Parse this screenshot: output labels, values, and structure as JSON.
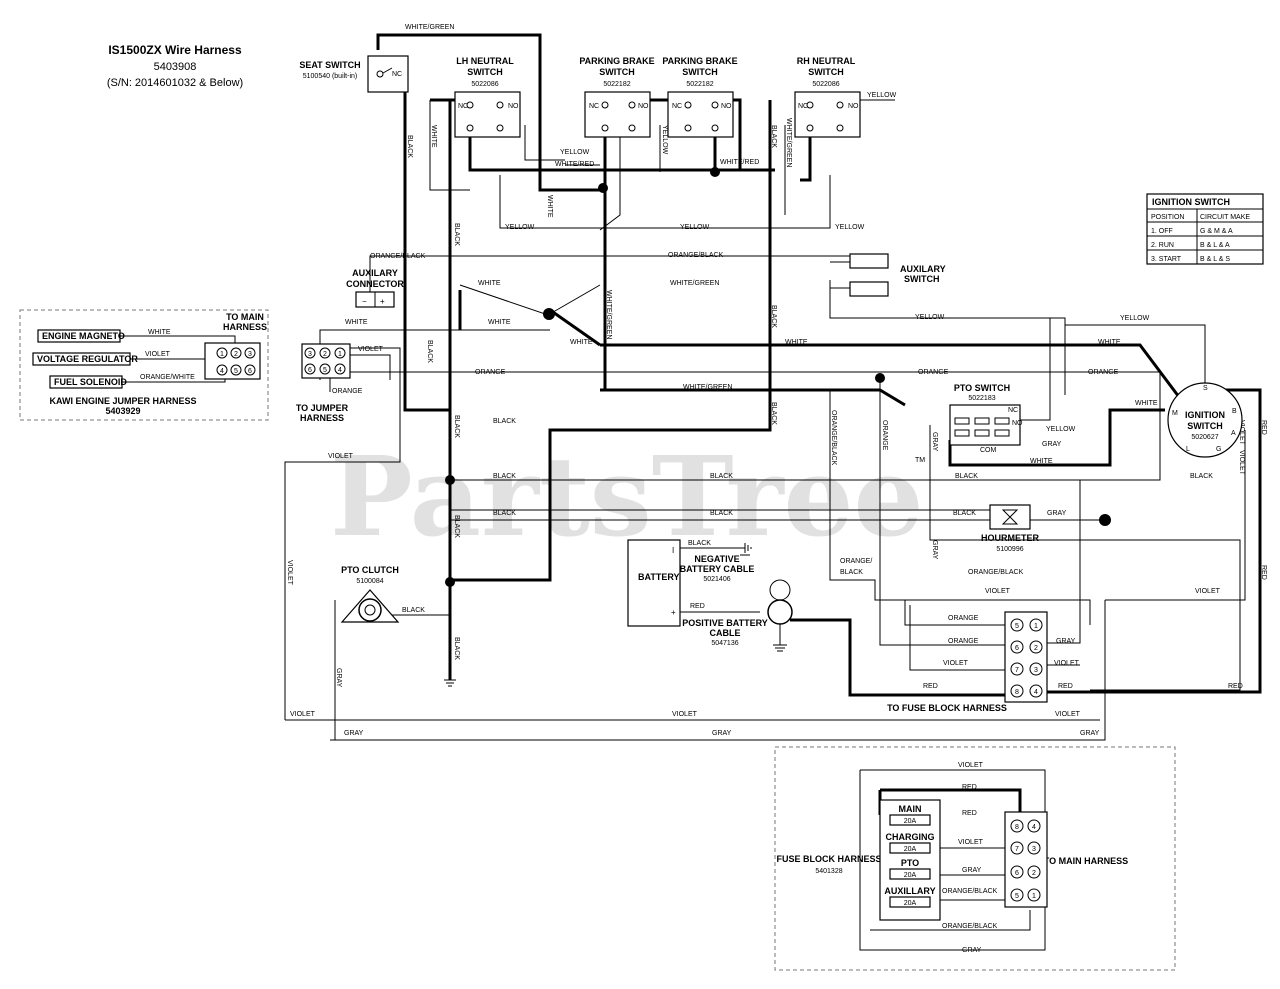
{
  "header": {
    "title": "IS1500ZX Wire Harness",
    "part_number": "5403908",
    "serial": "(S/N: 2014601032 & Below)"
  },
  "watermark": "PartsTree",
  "trademark": "TM",
  "components": {
    "seat_switch": {
      "name": "SEAT SWITCH",
      "part": "5100540 (built-in)",
      "pin": "NC"
    },
    "lh_neutral": {
      "name_line1": "LH NEUTRAL",
      "name_line2": "SWITCH",
      "part": "5022086",
      "nc": "NC",
      "no": "NO"
    },
    "parking_brake_1": {
      "name_line1": "PARKING BRAKE",
      "name_line2": "SWITCH",
      "part": "5022182",
      "nc": "NC",
      "no": "NO"
    },
    "parking_brake_2": {
      "name_line1": "PARKING BRAKE",
      "name_line2": "SWITCH",
      "part": "5022182",
      "nc": "NC",
      "no": "NO"
    },
    "rh_neutral": {
      "name_line1": "RH NEUTRAL",
      "name_line2": "SWITCH",
      "part": "5022086",
      "nc": "NC",
      "no": "NO"
    },
    "auxilary_connector": {
      "name_line1": "AUXILARY",
      "name_line2": "CONNECTOR",
      "minus": "−",
      "plus": "+"
    },
    "auxilary_switch": {
      "name_line1": "AUXILARY",
      "name_line2": "SWITCH"
    },
    "to_jumper": {
      "name_line1": "TO JUMPER",
      "name_line2": "HARNESS",
      "pins": [
        "3",
        "2",
        "1",
        "6",
        "5",
        "4"
      ]
    },
    "pto_switch": {
      "name": "PTO SWITCH",
      "part": "5022183",
      "nc": "NC",
      "no": "NO",
      "com": "COM"
    },
    "ignition_switch": {
      "name_line1": "IGNITION",
      "name_line2": "SWITCH",
      "part": "5020627",
      "terminals": [
        "S",
        "B",
        "A",
        "G",
        "L",
        "M"
      ]
    },
    "hourmeter": {
      "name": "HOURMETER",
      "part": "5100996"
    },
    "battery": {
      "name": "BATTERY",
      "neg": "I",
      "pos": "+"
    },
    "negative_cable": {
      "name_line1": "NEGATIVE",
      "name_line2": "BATTERY CABLE",
      "part": "5021406"
    },
    "positive_cable": {
      "name_line1": "POSITIVE BATTERY",
      "name_line2": "CABLE",
      "part": "5047136"
    },
    "pto_clutch": {
      "name": "PTO CLUTCH",
      "part": "5100084"
    },
    "to_fuse_block": {
      "name": "TO FUSE BLOCK HARNESS",
      "pins_left": [
        "5",
        "6",
        "7",
        "8"
      ],
      "pins_right": [
        "1",
        "2",
        "3",
        "4"
      ]
    }
  },
  "ignition_table": {
    "title": "IGNITION SWITCH",
    "headers": [
      "POSITION",
      "CIRCUIT MAKE"
    ],
    "rows": [
      [
        "1. OFF",
        "G & M & A"
      ],
      [
        "2. RUN",
        "B & L & A"
      ],
      [
        "3. START",
        "B & L & S"
      ]
    ]
  },
  "kawi_harness": {
    "title": "KAWI ENGINE JUMPER HARNESS",
    "part": "5403929",
    "to_main_line1": "TO MAIN",
    "to_main_line2": "HARNESS",
    "labels": [
      "ENGINE MAGNETO",
      "VOLTAGE REGULATOR",
      "FUEL SOLENOID"
    ],
    "wires": [
      "WHITE",
      "VIOLET",
      "ORANGE/WHITE"
    ],
    "pins": [
      "1",
      "2",
      "3",
      "4",
      "5",
      "6"
    ]
  },
  "fuse_block": {
    "title": "FUSE BLOCK HARNESS",
    "part": "5401328",
    "to_main": "TO MAIN HARNESS",
    "fuses": [
      {
        "name": "MAIN",
        "rating": "20A"
      },
      {
        "name": "CHARGING",
        "rating": "20A"
      },
      {
        "name": "PTO",
        "rating": "20A"
      },
      {
        "name": "AUXILLARY",
        "rating": "20A"
      }
    ],
    "wires": [
      "VIOLET",
      "RED",
      "RED",
      "VIOLET",
      "GRAY",
      "ORANGE/BLACK",
      "ORANGE/BLACK",
      "GRAY"
    ],
    "pins_left": [
      "8",
      "7",
      "6",
      "5"
    ],
    "pins_right": [
      "4",
      "3",
      "2",
      "1"
    ]
  },
  "wire_labels": {
    "white_green": "WHITE/GREEN",
    "white": "WHITE",
    "black": "BLACK",
    "yellow": "YELLOW",
    "white_red": "WHITE/RED",
    "orange_black": "ORANGE/BLACK",
    "orange": "ORANGE",
    "violet": "VIOLET",
    "gray": "GRAY",
    "red": "RED",
    "orange_slash": "ORANGE/",
    "black_only": "BLACK"
  }
}
